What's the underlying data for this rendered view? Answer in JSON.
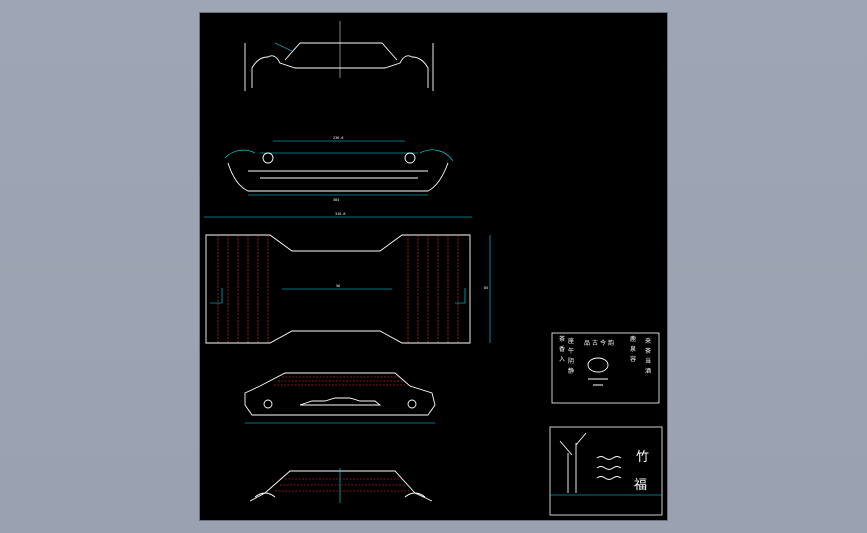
{
  "drawing": {
    "colors": {
      "background": "#000000",
      "outline": "#ffffff",
      "dimension": "#00e5ff",
      "hidden_line": "#ff3030",
      "desktop": "#9ea5b4"
    },
    "dimensions": {
      "side_width": "384",
      "front_total_width": "316.6",
      "front_inner_width": "236.6",
      "height": "85",
      "center_mark": "56"
    }
  },
  "poem_panel": {
    "columns": [
      "茶",
      "香",
      "入",
      "座",
      "午",
      "阴",
      "静"
    ],
    "right_columns": [
      "鹿",
      "泉",
      "容",
      "来",
      "茶",
      "当",
      "酒"
    ],
    "center_top": [
      "品",
      "古",
      "今",
      "韵"
    ]
  },
  "bamboo_panel": {
    "characters": [
      "竹",
      "福"
    ]
  }
}
